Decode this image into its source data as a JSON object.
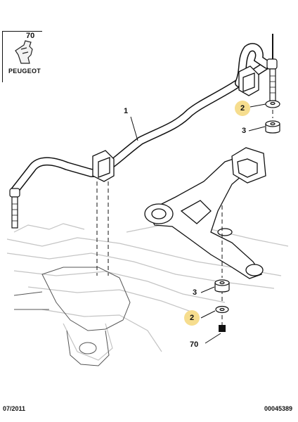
{
  "header": {
    "code": "70",
    "brand": "PEUGEOT"
  },
  "labels": {
    "bar": "1",
    "washer_top": "2",
    "bush_top": "3",
    "bush_bottom": "3",
    "washer_bottom": "2",
    "nut": "70"
  },
  "footer": {
    "date": "07/2011",
    "ref": "00045389"
  },
  "colors": {
    "highlight": "#f6dd8e",
    "line": "#111111",
    "faint": "#bbbbbb"
  },
  "icons": {
    "logo": "peugeot-lion-icon"
  }
}
